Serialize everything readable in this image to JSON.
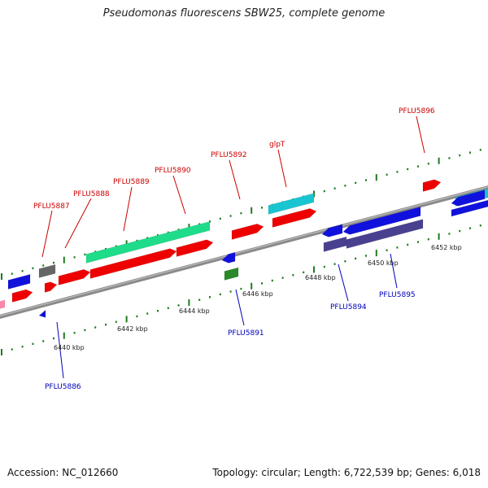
{
  "title": "Pseudomonas fluorescens SBW25, complete genome",
  "footer": {
    "accession": "Accession: NC_012660",
    "topology": "Topology: circular; Length: 6,722,539 bp; Genes: 6,018"
  },
  "colors": {
    "forward_cds": "#ee0000",
    "reverse_cds": "#1111dd",
    "reverse_cds_dark": "#4a4090",
    "rna_green": "#1fdc8a",
    "rna_cyan": "#19c5d0",
    "trna": "#2a8a2a",
    "other": "#666666",
    "backbone": "#888888",
    "tick": "#1f7a1f",
    "forward_label": "#cc0000",
    "reverse_label": "#0000bb"
  },
  "chart_data": {
    "type": "linear-genome-map",
    "tick_labels": [
      "6440 kbp",
      "6442 kbp",
      "6444 kbp",
      "6446 kbp",
      "6448 kbp",
      "6450 kbp",
      "6452 kbp"
    ],
    "forward_labels": [
      "PFLU5887",
      "PFLU5888",
      "PFLU5889",
      "PFLU5890",
      "PFLU5892",
      "glpT",
      "PFLU5896"
    ],
    "reverse_labels": [
      "PFLU5886",
      "PFLU5891",
      "PFLU5894",
      "PFLU5895"
    ]
  }
}
